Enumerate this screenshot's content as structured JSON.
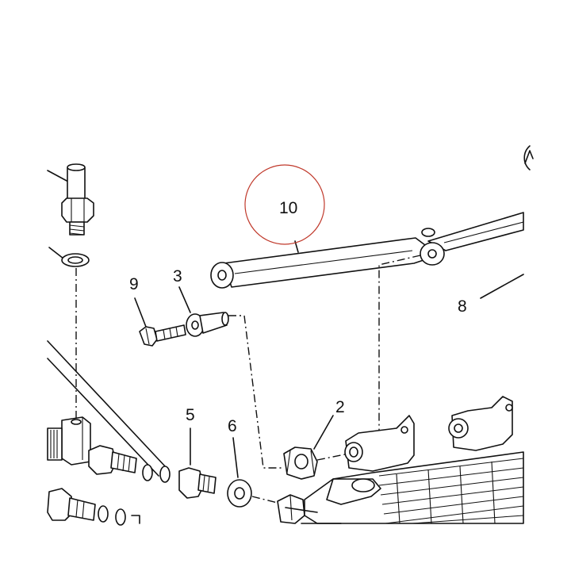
{
  "diagram": {
    "part_labels": [
      {
        "id": "10",
        "text": "10"
      },
      {
        "id": "9",
        "text": "9"
      },
      {
        "id": "3",
        "text": "3"
      },
      {
        "id": "8",
        "text": "8"
      },
      {
        "id": "5",
        "text": "5"
      },
      {
        "id": "6",
        "text": "6"
      },
      {
        "id": "2",
        "text": "2"
      }
    ],
    "highlight_color": "#c0392b",
    "line_color": "#111111"
  }
}
